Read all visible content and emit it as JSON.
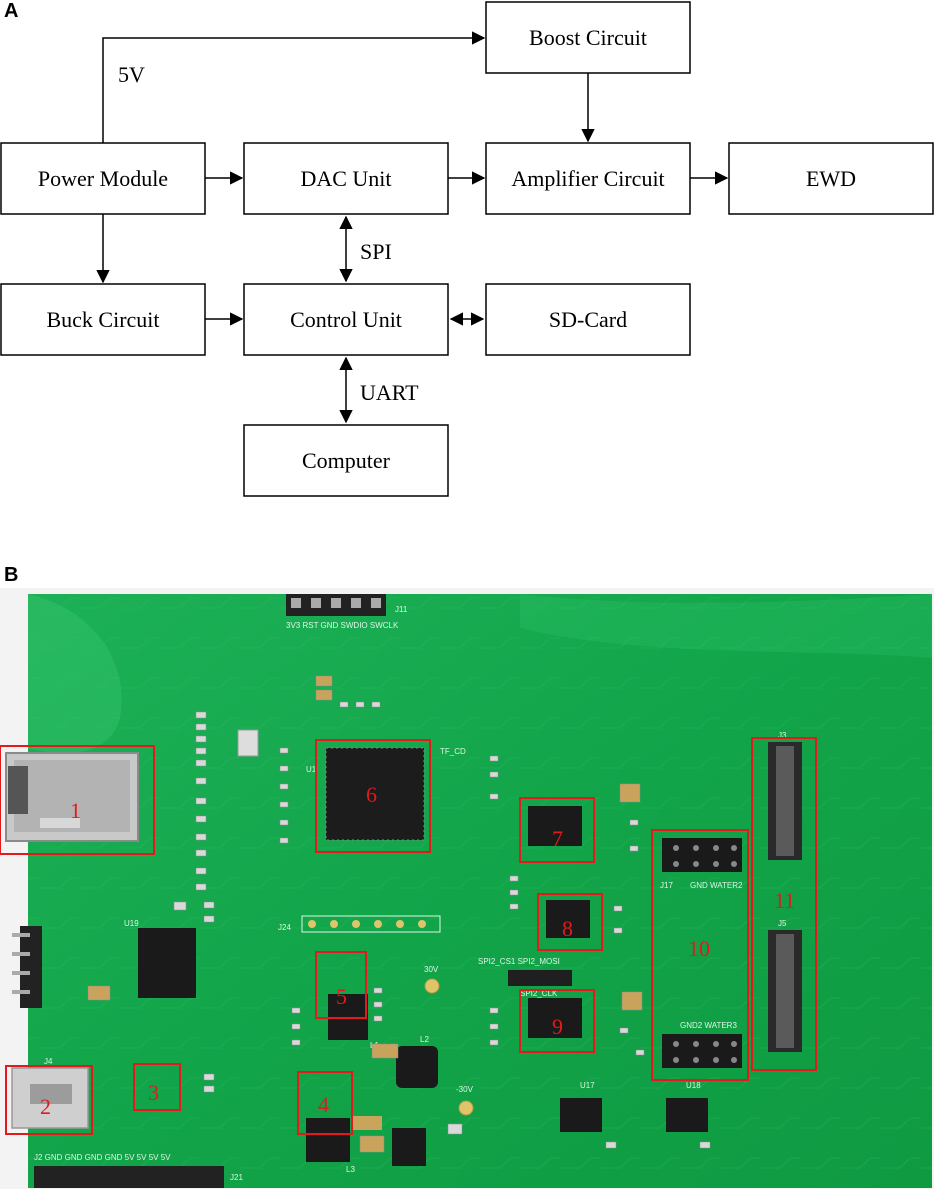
{
  "panels": {
    "a": "A",
    "b": "B"
  },
  "diagram": {
    "boxes": {
      "power": "Power Module",
      "dac": "DAC Unit",
      "boost": "Boost Circuit",
      "amp": "Amplifier Circuit",
      "ewd": "EWD",
      "buck": "Buck Circuit",
      "control": "Control Unit",
      "sd": "SD-Card",
      "computer": "Computer"
    },
    "labels": {
      "v5": "5V",
      "spi": "SPI",
      "uart": "UART"
    }
  },
  "board": {
    "callouts": [
      "1",
      "2",
      "3",
      "4",
      "5",
      "6",
      "7",
      "8",
      "9",
      "10",
      "11"
    ],
    "silkscreen": {
      "top_header": "3V3 RST  GND SWDIO SWCLK",
      "j11": "J11",
      "j24": "J24",
      "u1": "U1",
      "v30p": "30V",
      "v30n": "-30V",
      "l1": "L1",
      "l2": "L2",
      "l3": "L3",
      "j3": "J3",
      "j5": "J5",
      "j17": "J17",
      "gnd_water2": "GND WATER2",
      "gnd2_water3": "GND2 WATER3",
      "spi2": "SPI2_CS1 SPI2_MOSI",
      "spi2_clk": "SPI2_CLK",
      "bottom_header": "J2 GND GND GND GND 5V 5V 5V 5V",
      "j21": "J21",
      "j4": "J4",
      "u19": "U19",
      "u17": "U17",
      "u18": "U18",
      "tf_cd": "TF_CD"
    }
  },
  "colors": {
    "board": "#13a84a",
    "callout": "#e3191b"
  }
}
